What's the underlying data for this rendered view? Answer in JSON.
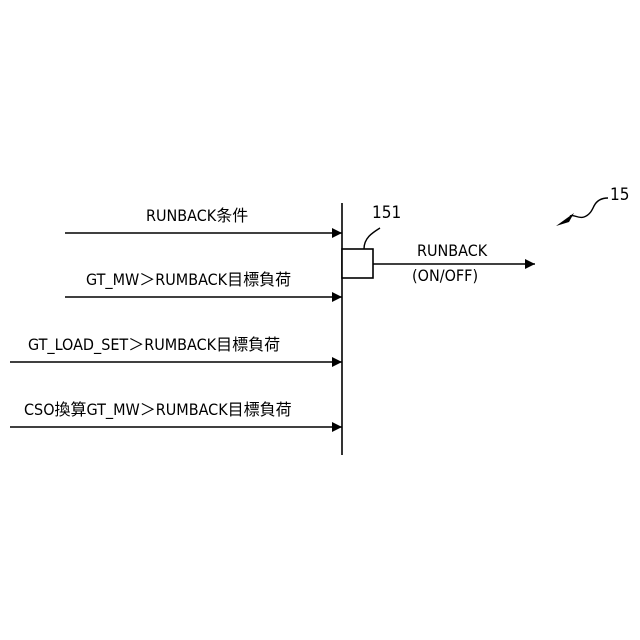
{
  "figure_ref": "15",
  "block_ref": "151",
  "inputs": [
    "RUNBACK条件",
    "GT_MW＞RUMBACK目標負荷",
    "GT_LOAD_SET＞RUMBACK目標負荷",
    "CSO換算GT_MW＞RUMBACK目標負荷"
  ],
  "output": {
    "label": "RUNBACK",
    "sublabel": "(ON/OFF)"
  }
}
